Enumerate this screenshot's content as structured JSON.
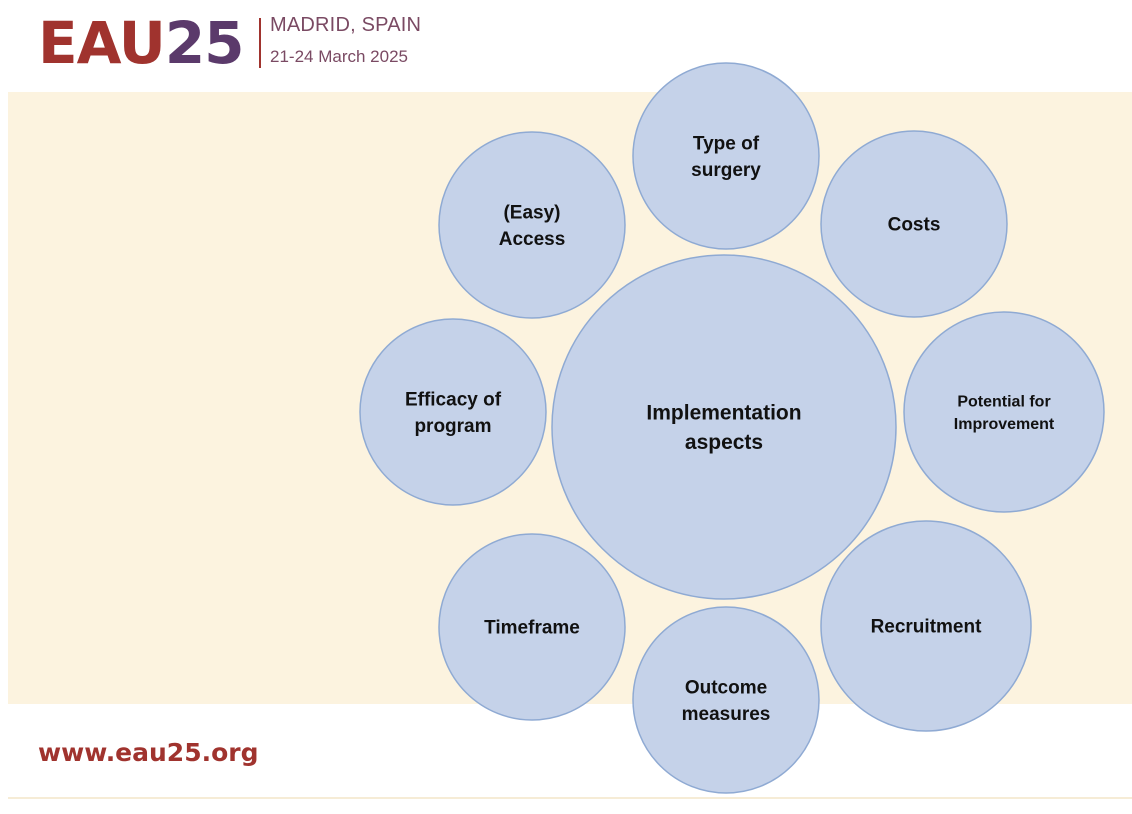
{
  "header": {
    "logo_primary": "EAU",
    "logo_number": "25",
    "city": "MADRID, SPAIN",
    "dates": "21-24 March 2025"
  },
  "footer": {
    "url": "www.eau25.org"
  },
  "diagram": {
    "center": {
      "lines": [
        "Implementation",
        "aspects"
      ]
    },
    "nodes": [
      {
        "id": "type-of-surgery",
        "lines": [
          "Type of",
          "surgery"
        ]
      },
      {
        "id": "costs",
        "lines": [
          "Costs"
        ]
      },
      {
        "id": "potential-for-improvement",
        "lines": [
          "Potential for",
          "Improvement"
        ]
      },
      {
        "id": "recruitment",
        "lines": [
          "Recruitment"
        ]
      },
      {
        "id": "outcome-measures",
        "lines": [
          "Outcome",
          "measures"
        ]
      },
      {
        "id": "timeframe",
        "lines": [
          "Timeframe"
        ]
      },
      {
        "id": "efficacy-of-program",
        "lines": [
          "Efficacy of",
          "program"
        ]
      },
      {
        "id": "easy-access",
        "lines": [
          "(Easy)",
          "Access"
        ]
      }
    ],
    "colors": {
      "fill": "#c5d2e9",
      "stroke": "#8faad3",
      "band": "#fcf3df",
      "brand_red": "#a0332e",
      "brand_purple": "#5b3a6b"
    }
  }
}
